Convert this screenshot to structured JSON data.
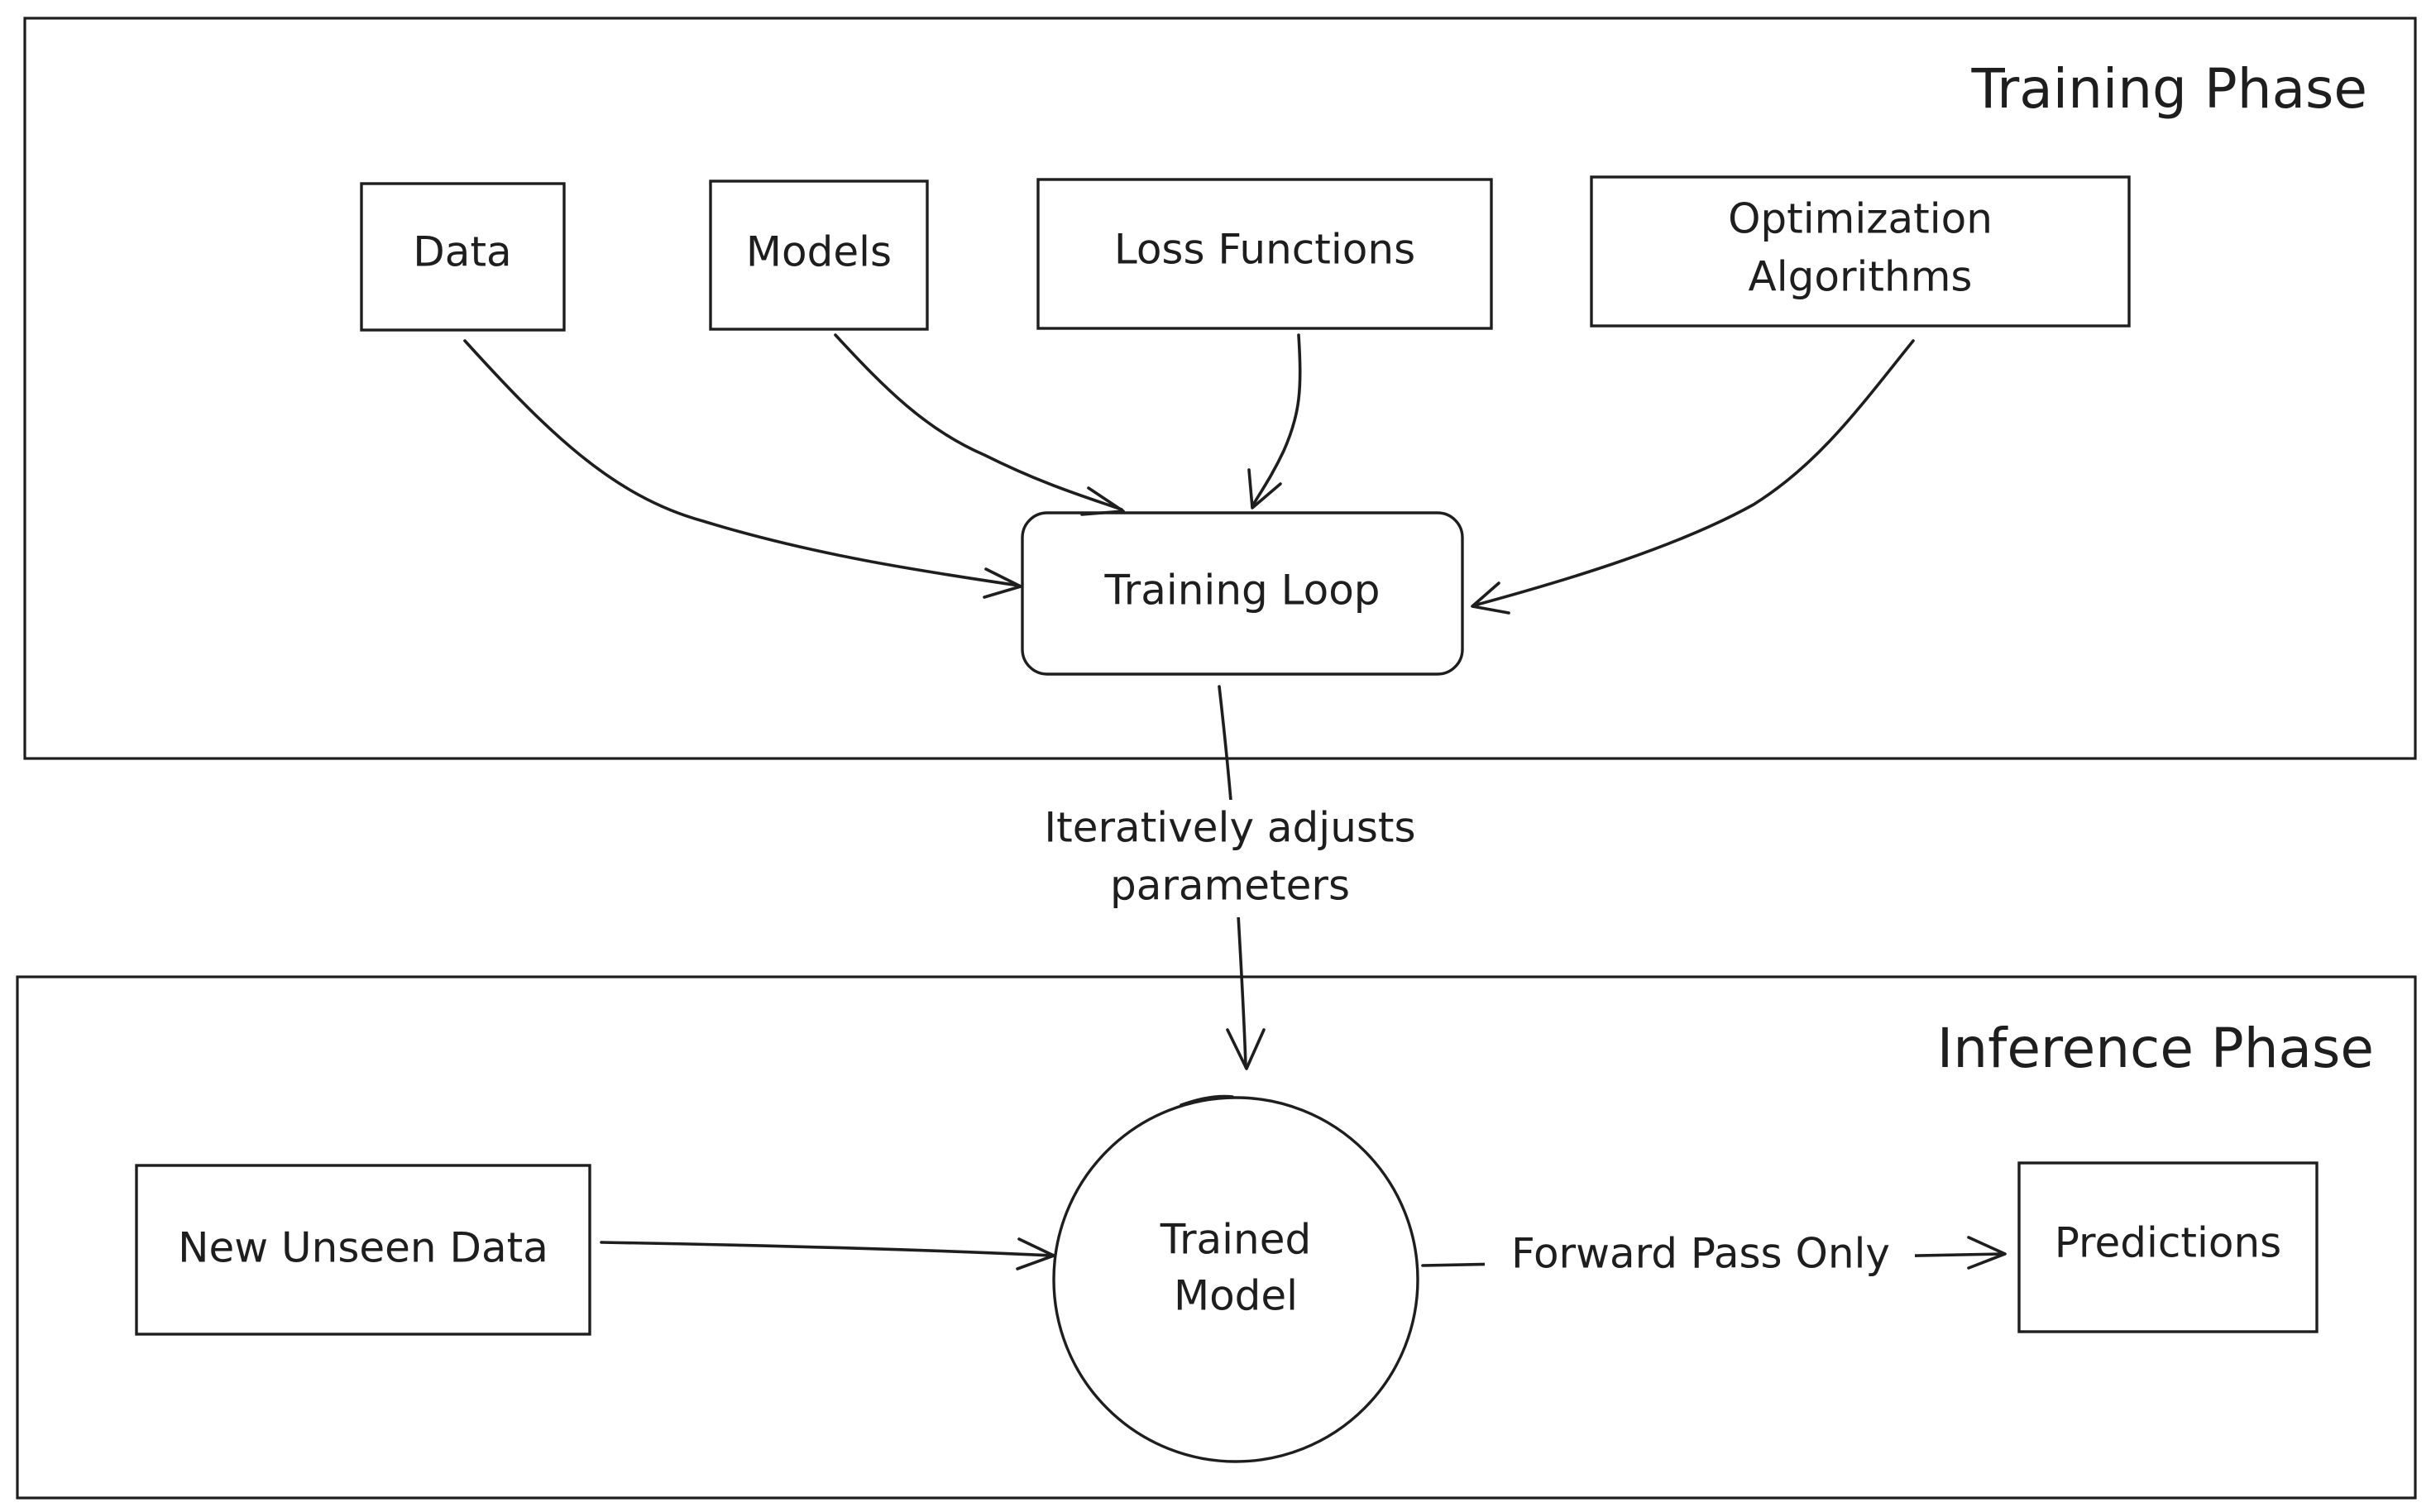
{
  "diagram": {
    "training_phase": {
      "title": "Training Phase",
      "nodes": {
        "data": "Data",
        "models": "Models",
        "loss_functions": "Loss Functions",
        "optimization_algorithms_line1": "Optimization",
        "optimization_algorithms_line2": "Algorithms",
        "training_loop": "Training Loop"
      }
    },
    "connector": {
      "label_line1": "Iteratively adjusts",
      "label_line2": "parameters"
    },
    "inference_phase": {
      "title": "Inference Phase",
      "nodes": {
        "new_unseen_data": "New Unseen Data",
        "trained_model_line1": "Trained",
        "trained_model_line2": "Model",
        "predictions": "Predictions"
      },
      "edge_label": "Forward Pass Only"
    },
    "colors": {
      "ink": "#1e1e1e",
      "background": "#ffffff"
    }
  }
}
